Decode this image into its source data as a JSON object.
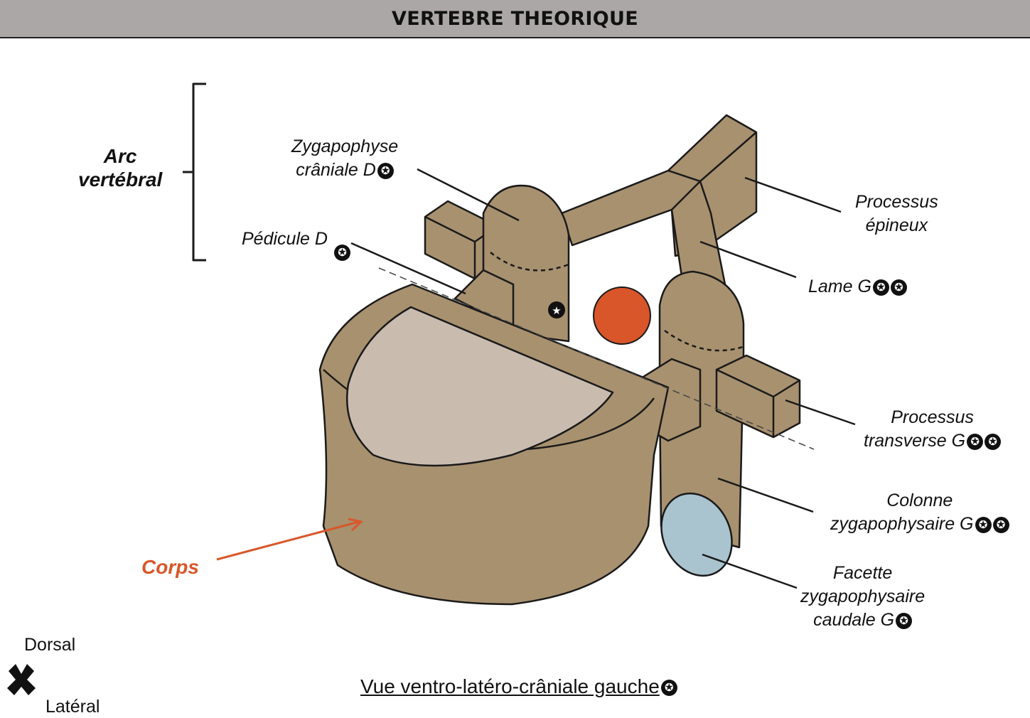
{
  "header": {
    "title": "VERTEBRE THEORIQUE"
  },
  "labels": {
    "arc_line1": "Arc",
    "arc_line2": "vertébral",
    "zyg_cran_line1": "Zygapophyse",
    "zyg_cran_line2": "crâniale D",
    "pedicule": "Pédicule D",
    "proc_epineux_line1": "Processus",
    "proc_epineux_line2": "épineux",
    "lame": "Lame G",
    "proc_transverse_line1": "Processus",
    "proc_transverse_line2": "transverse G",
    "colonne_line1": "Colonne",
    "colonne_line2": "zygapophysaire G",
    "facette_line1": "Facette",
    "facette_line2": "zygapophysaire",
    "facette_line3": "caudale G",
    "corps": "Corps"
  },
  "star_icon": "✪",
  "caption": "Vue ventro-latéro-crâniale gauche",
  "orientation": {
    "dorsal": "Dorsal",
    "lateral": "Latéral"
  },
  "colors": {
    "bone": "#a8916f",
    "surface": "#c9bcaf",
    "foramen": "#d9552a",
    "facet": "#a9c4cf",
    "corps_label": "#d9572a"
  }
}
